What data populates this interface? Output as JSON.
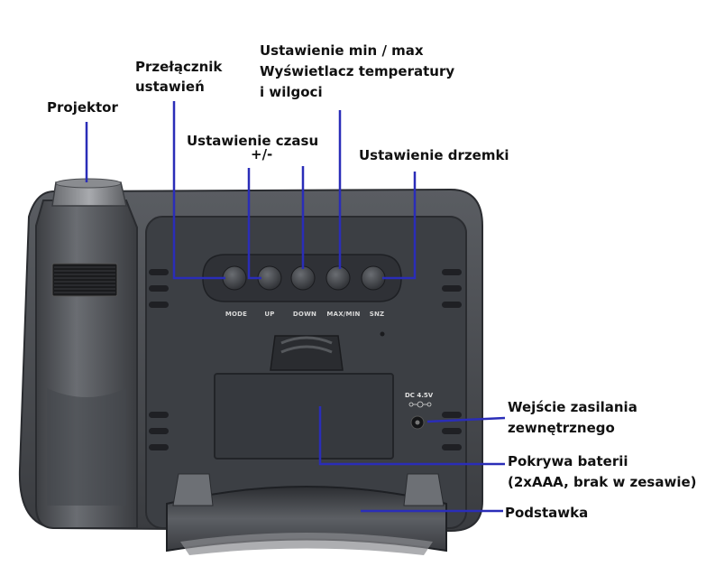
{
  "callouts": {
    "projector": "Projektor",
    "mode_switch": [
      "Przełącznik",
      "ustawień"
    ],
    "time_setting": [
      "Ustawienie czasu",
      "+/-"
    ],
    "minmax_setting": [
      "Ustawienie min / max",
      "Wyświetlacz temperatury",
      "i wilgoci"
    ],
    "snooze_setting": "Ustawienie drzemki",
    "power_input": [
      "Wejście zasilania",
      "zewnętrznego"
    ],
    "battery_cover": [
      "Pokrywa baterii",
      "(2xAAA, brak w zesawie)"
    ],
    "stand": "Podstawka"
  },
  "device_labels": {
    "buttons": [
      "MODE",
      "UP",
      "DOWN",
      "MAX/MIN",
      "SNZ"
    ],
    "dc_input": "DC 4.5V"
  },
  "colors": {
    "callout_line": "#2a2db8",
    "body": "#4a4d52",
    "panel": "#3c3f44"
  }
}
